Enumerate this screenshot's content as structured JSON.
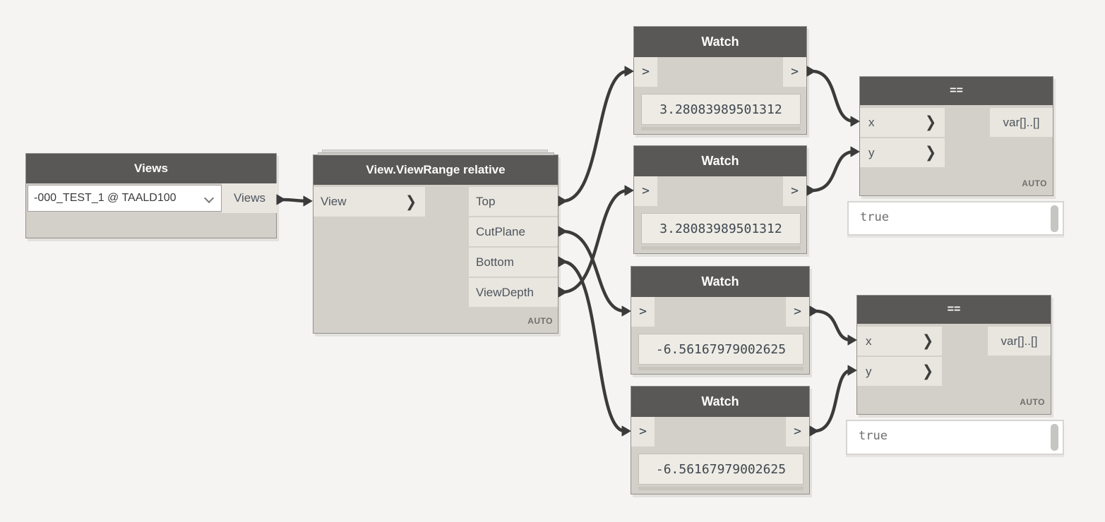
{
  "canvas": {
    "background_color": "#f5f4f2",
    "wire_color": "#3b3b3b",
    "header_color": "#595856",
    "port_color": "#e9e6df",
    "body_color": "#d3d0c9"
  },
  "views_node": {
    "title": "Views",
    "dropdown_value": "-000_TEST_1 @ TAALD100",
    "output_label": "Views"
  },
  "viewrange_node": {
    "title": "View.ViewRange relative",
    "input_label": "View",
    "outputs": [
      "Top",
      "CutPlane",
      "Bottom",
      "ViewDepth"
    ],
    "lacing_label": "AUTO"
  },
  "watch_nodes": [
    {
      "title": "Watch",
      "value": "3.28083989501312"
    },
    {
      "title": "Watch",
      "value": "3.28083989501312"
    },
    {
      "title": "Watch",
      "value": "-6.56167979002625"
    },
    {
      "title": "Watch",
      "value": "-6.56167979002625"
    }
  ],
  "equals_nodes": [
    {
      "title": "==",
      "input_x_label": "x",
      "input_y_label": "y",
      "output_label": "var[]..[]",
      "lacing_label": "AUTO"
    },
    {
      "title": "==",
      "input_x_label": "x",
      "input_y_label": "y",
      "output_label": "var[]..[]",
      "lacing_label": "AUTO"
    }
  ],
  "preview_bubbles": [
    {
      "value": "true"
    },
    {
      "value": "true"
    }
  ],
  "glyphs": {
    "port_arrow": ">",
    "chevron_bold": "❯"
  }
}
